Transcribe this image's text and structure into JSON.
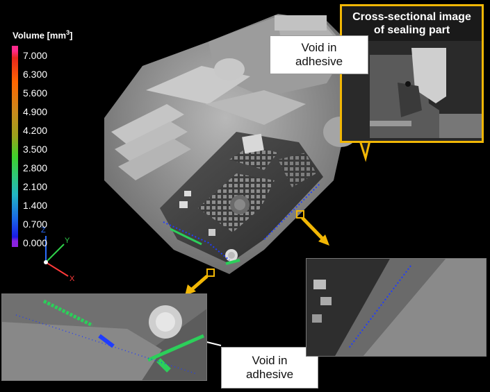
{
  "legend": {
    "title_prefix": "Volume [mm",
    "title_sup": "3",
    "title_suffix": "]",
    "ticks": [
      "7.000",
      "6.300",
      "5.600",
      "4.900",
      "4.200",
      "3.500",
      "2.800",
      "2.100",
      "1.400",
      "0.700",
      "0.000"
    ]
  },
  "axes": {
    "x": "X",
    "y": "Y",
    "z": "Z"
  },
  "callouts": {
    "cross_section_line1": "Cross-sectional image",
    "cross_section_line2": "of sealing part",
    "void_top_line1": "Void in",
    "void_top_line2": "adhesive",
    "void_bottom_line1": "Void in",
    "void_bottom_line2": "adhesive"
  },
  "colors": {
    "highlight": "#f2b705",
    "void_blue": "#1f3cff",
    "void_green": "#2ccf5a"
  }
}
